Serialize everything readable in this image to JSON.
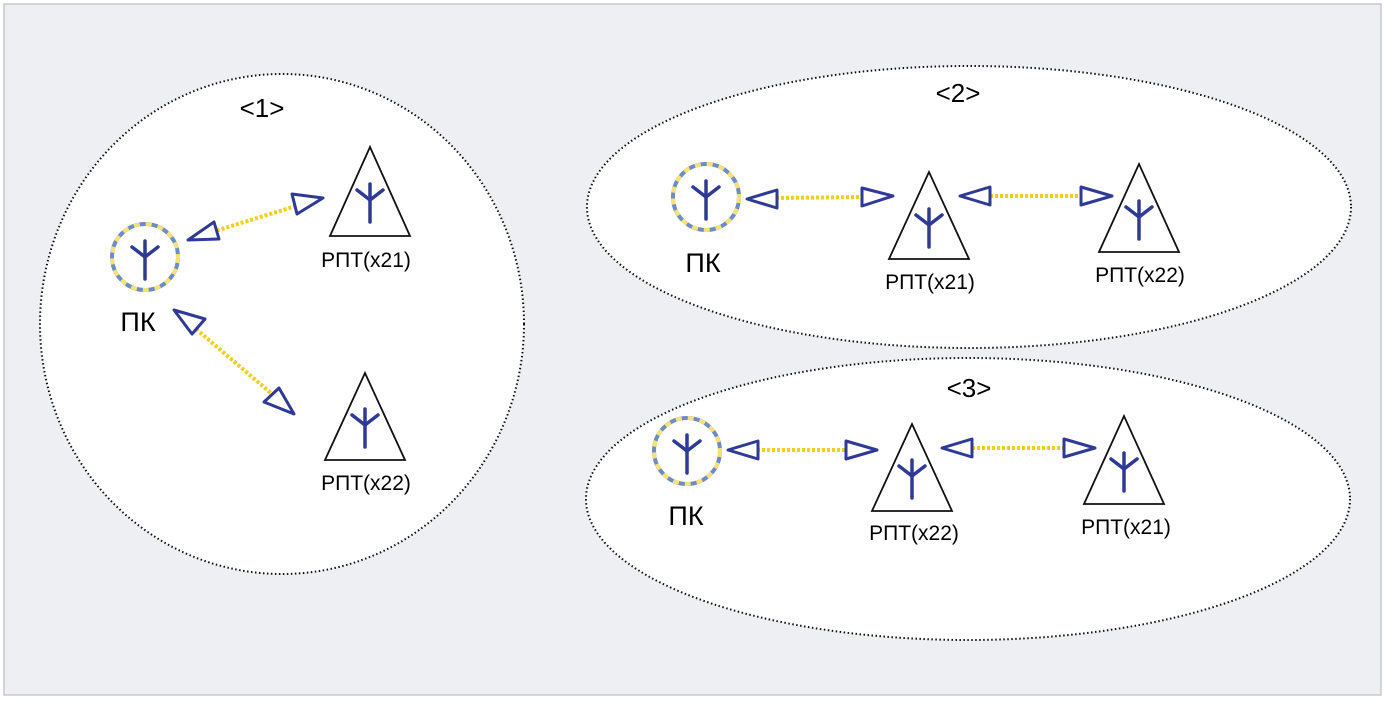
{
  "colors": {
    "background": "#eeeff3",
    "frame": "#c8c8cc",
    "ellipse_stroke": "#111111",
    "arrow": "#2e3a94",
    "link": "#f2cf1f",
    "antenna": "#2e3a94",
    "circle_dash_a": "#6b8cc4",
    "circle_dash_b": "#f5e27a"
  },
  "icons": {
    "pk": "antenna-in-circle-icon",
    "rpt": "antenna-in-triangle-icon"
  },
  "groups": [
    {
      "label": "<1>",
      "pk_label": "ПК",
      "rpt_labels": [
        "РПТ(x21)",
        "РПТ(x22)"
      ]
    },
    {
      "label": "<2>",
      "pk_label": "ПК",
      "rpt_labels": [
        "РПТ(x21)",
        "РПТ(x22)"
      ]
    },
    {
      "label": "<3>",
      "pk_label": "ПК",
      "rpt_labels": [
        "РПТ(x22)",
        "РПТ(x21)"
      ]
    }
  ]
}
